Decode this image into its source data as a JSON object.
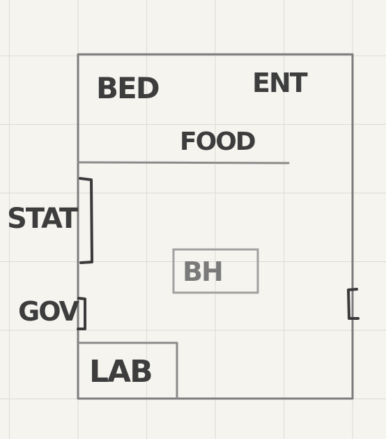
{
  "sketch": {
    "labels": {
      "bed": "BED",
      "ent": "ENT",
      "food": "FOOD",
      "stat": "STAT",
      "bh": "BH",
      "gov": "GOV",
      "lab": "LAB"
    },
    "colors": {
      "paper": "#f5f4ef",
      "grid": "#dcdcd6",
      "ink_dark": "#3d3d3d",
      "ink_light": "#7a7a7a"
    }
  }
}
